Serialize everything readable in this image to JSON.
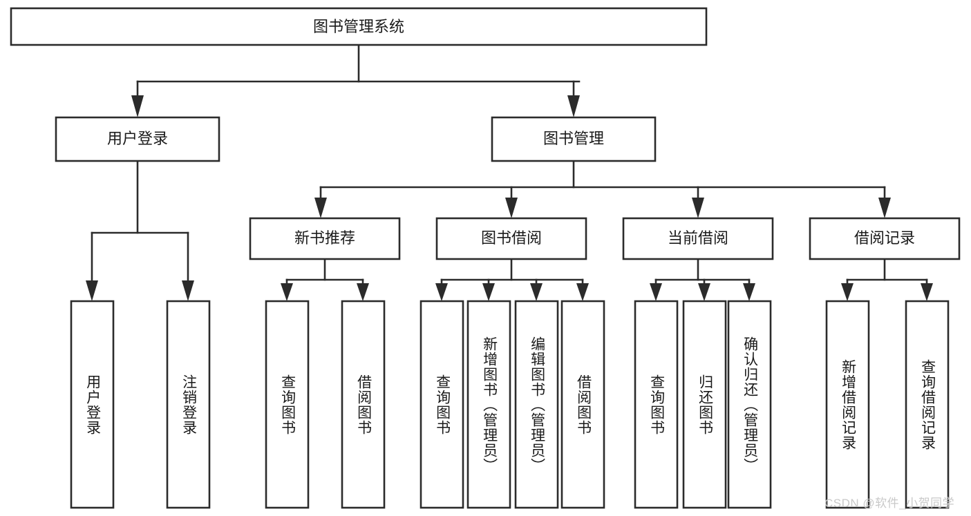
{
  "diagram": {
    "title": "图书管理系统",
    "type": "hierarchy-tree",
    "root": {
      "label": "图书管理系统",
      "level": 1
    },
    "level2": [
      {
        "label": "用户登录"
      },
      {
        "label": "图书管理"
      }
    ],
    "level3": [
      {
        "label": "新书推荐"
      },
      {
        "label": "图书借阅"
      },
      {
        "label": "当前借阅"
      },
      {
        "label": "借阅记录"
      }
    ],
    "leaves": {
      "user_login": [
        {
          "label": "用户登录"
        },
        {
          "label": "注销登录"
        }
      ],
      "new_book_recommend": [
        {
          "label": "查询图书"
        },
        {
          "label": "借阅图书"
        }
      ],
      "book_borrow": [
        {
          "label": "查询图书"
        },
        {
          "label": "新增图书（管理员）"
        },
        {
          "label": "编辑图书（管理员）"
        },
        {
          "label": "借阅图书"
        }
      ],
      "current_borrow": [
        {
          "label": "查询图书"
        },
        {
          "label": "归还图书"
        },
        {
          "label": "确认归还（管理员）"
        }
      ],
      "borrow_records": [
        {
          "label": "新增借阅记录"
        },
        {
          "label": "查询借阅记录"
        }
      ]
    }
  },
  "watermark": {
    "text": "CSDN @软件_小贺同学"
  },
  "colors": {
    "stroke": "#2b2b2b",
    "fill": "#ffffff",
    "text": "#1a1a1a",
    "watermark": "#c9c9c9"
  }
}
